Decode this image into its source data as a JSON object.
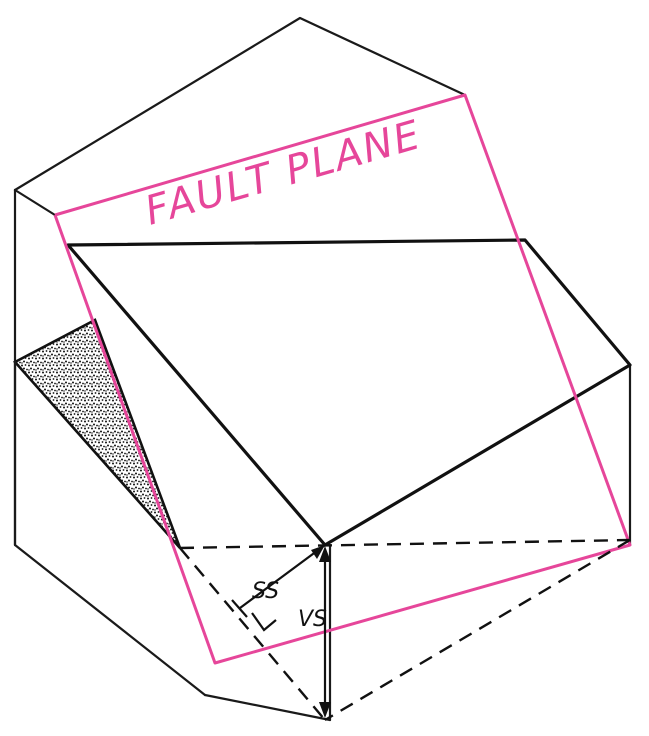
{
  "diagram": {
    "fault_plane_label": "FAULT PLANE",
    "strike_slip_label": "SS",
    "vertical_slip_label": "VS",
    "colors": {
      "fault_plane": "#e6469a",
      "edges": "#1a1a1a",
      "stipple": "#222222"
    }
  }
}
